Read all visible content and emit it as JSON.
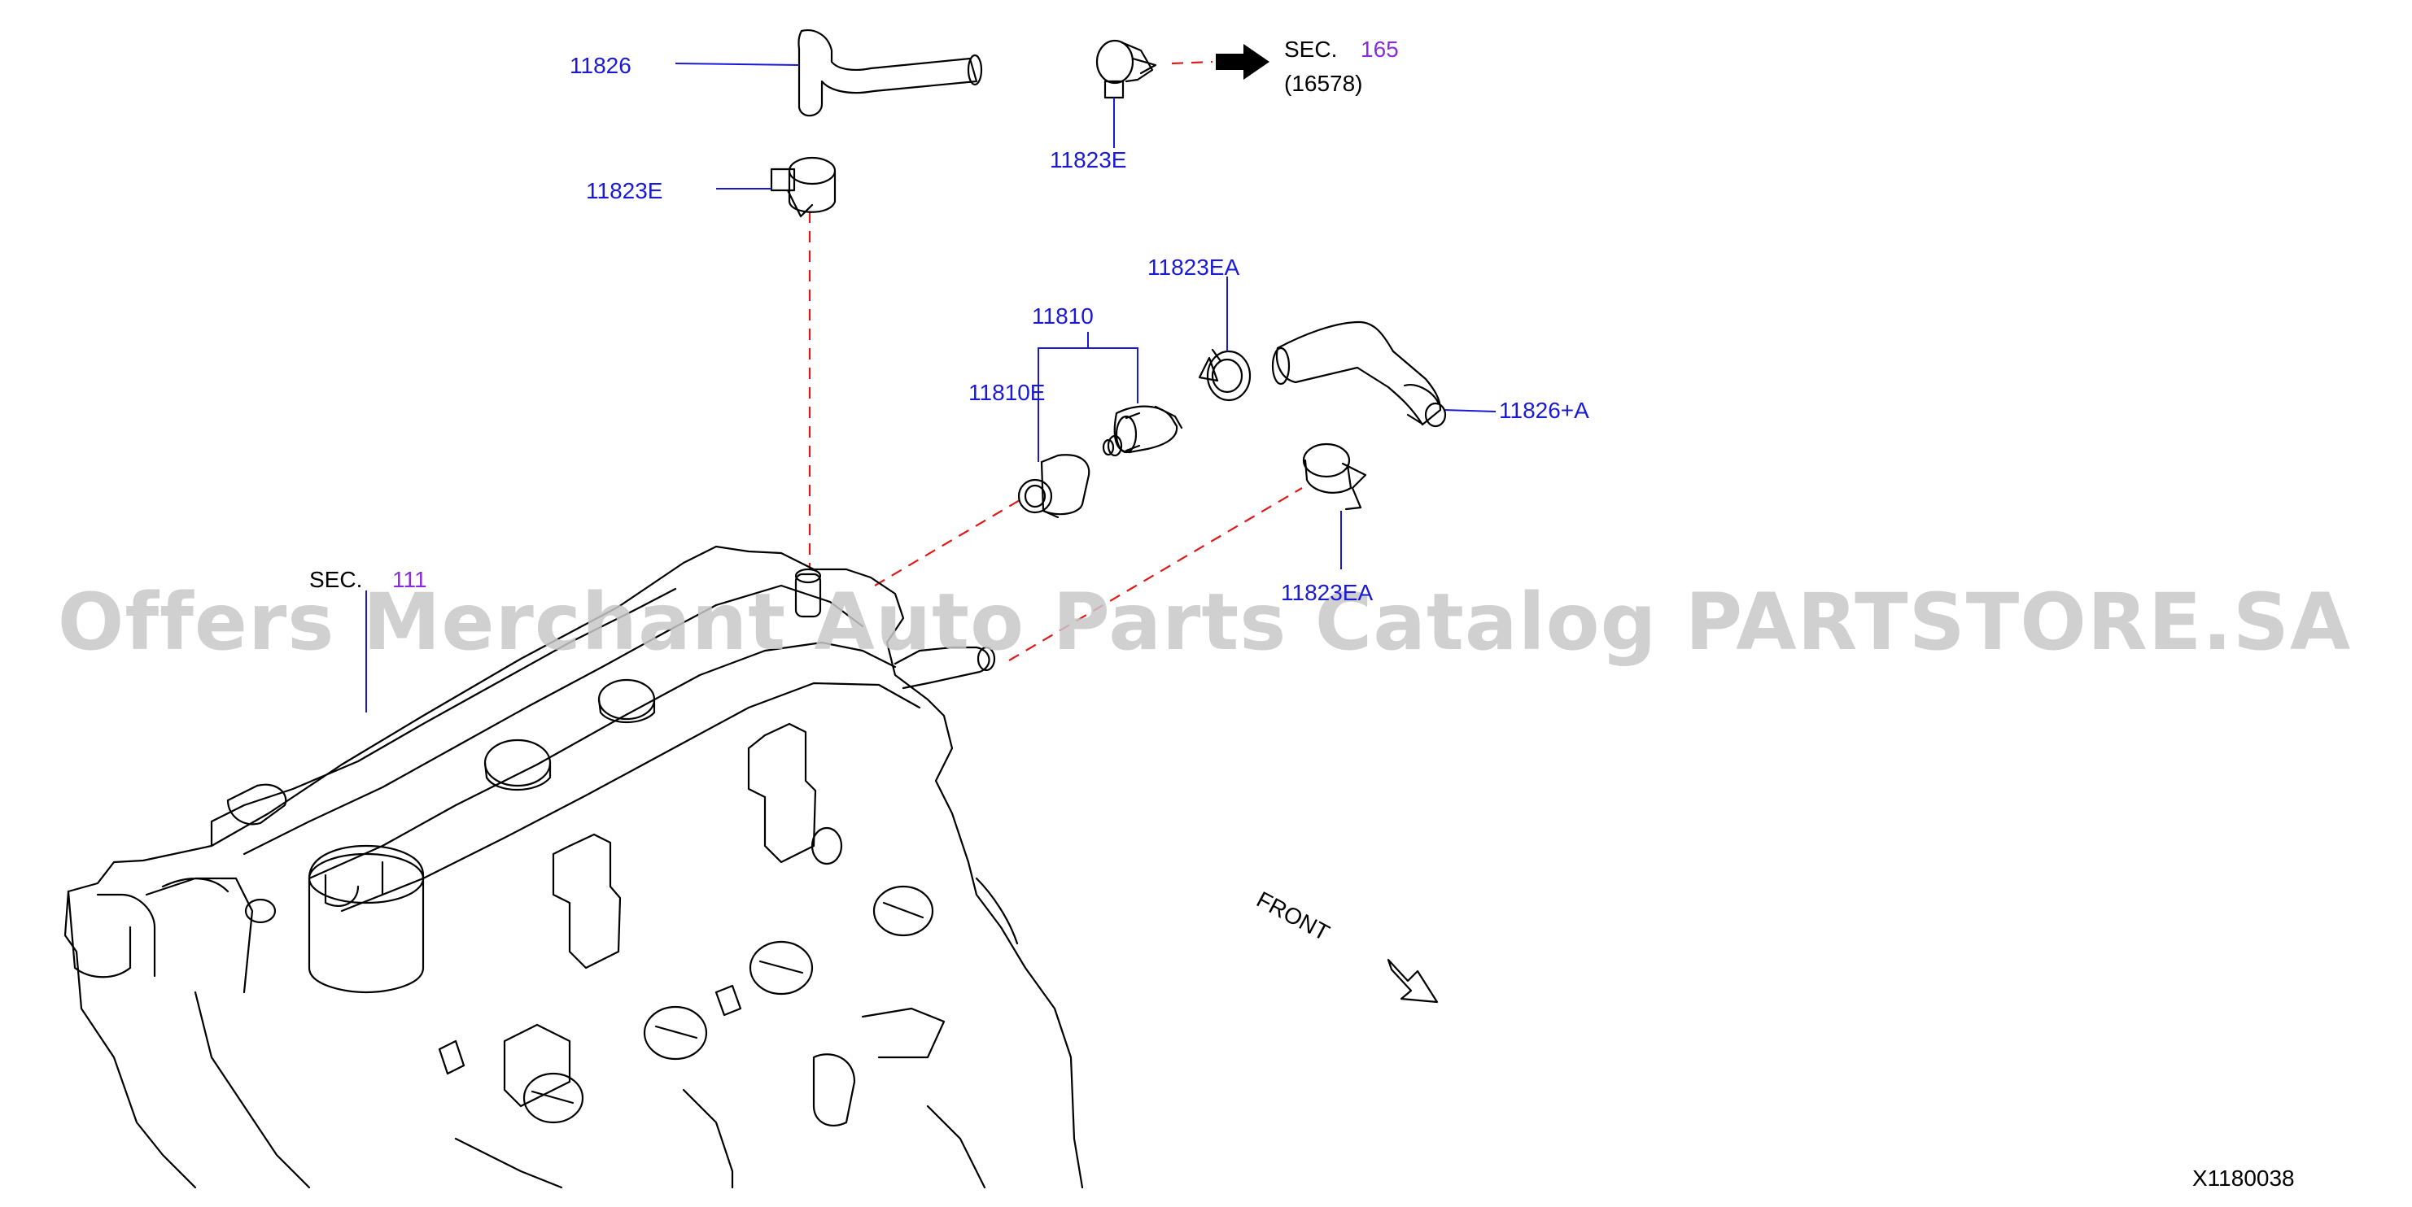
{
  "labels": {
    "hose_upper": "11826",
    "clamp_left": "11823E",
    "clamp_top": "11823E",
    "sec_165_prefix": "SEC.",
    "sec_165_ref": "165",
    "sec_165_sub": "(16578)",
    "pcv_valve_assy": "11810",
    "grommet": "11810E",
    "clamp_ea_top": "11823EA",
    "hose_right": "11826+A",
    "clamp_ea_bottom": "11823EA",
    "sec_111_prefix": "SEC.",
    "sec_111_ref": "111",
    "front": "FRONT",
    "diagram_id": "X1180038"
  },
  "watermark": "Offers Merchant Auto Parts Catalog PARTSTORE.SA",
  "colors": {
    "part_number": "#1a1ad6",
    "section_ref": "#8a2be2",
    "dashed_line": "#e01818",
    "watermark": "#c8c8c8"
  }
}
